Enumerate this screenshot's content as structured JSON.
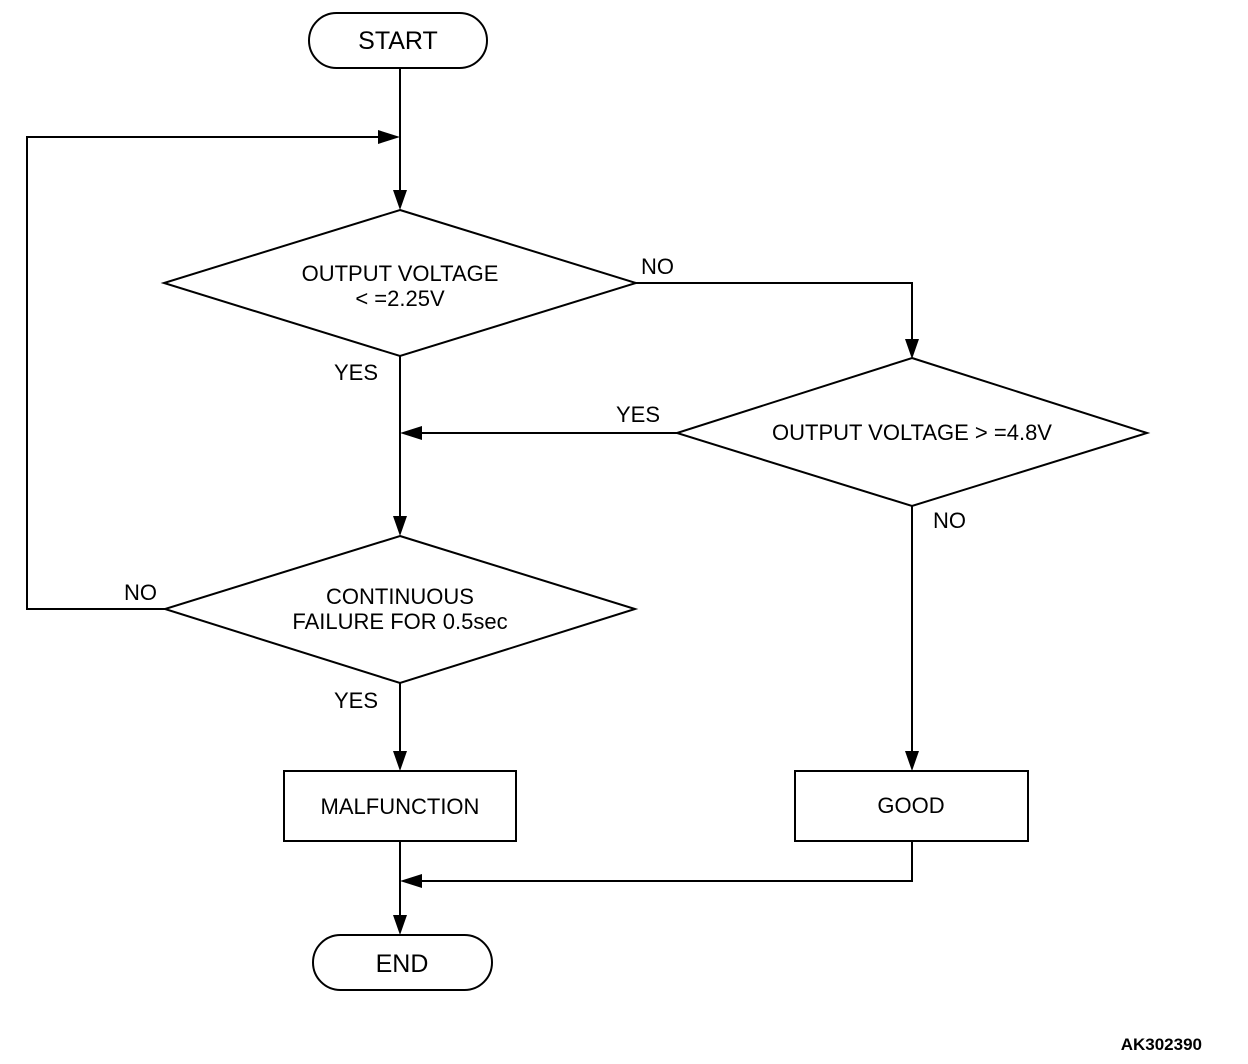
{
  "start": "START",
  "end": "END",
  "decision_low": {
    "line1": "OUTPUT VOLTAGE",
    "line2": "< =2.25V"
  },
  "decision_high": {
    "line1": "OUTPUT VOLTAGE > =4.8V"
  },
  "decision_continuous": {
    "line1": "CONTINUOUS",
    "line2": "FAILURE FOR 0.5sec"
  },
  "malfunction": "MALFUNCTION",
  "good": "GOOD",
  "labels": {
    "low_no": "NO",
    "low_yes": "YES",
    "high_yes": "YES",
    "high_no": "NO",
    "continuous_no": "NO",
    "continuous_yes": "YES"
  },
  "figure_code": "AK302390"
}
